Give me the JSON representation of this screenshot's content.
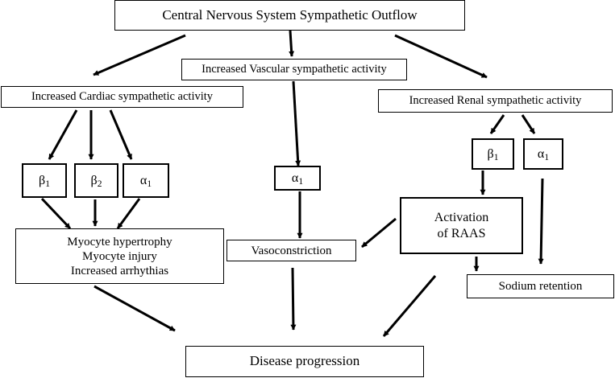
{
  "nodes": {
    "cns": "Central Nervous System Sympathetic Outflow",
    "vascular": "Increased Vascular sympathetic activity",
    "cardiac": "Increased Cardiac sympathetic activity",
    "renal": "Increased Renal sympathetic activity",
    "cardiac_beta1": {
      "symbol": "β",
      "sub": "1"
    },
    "cardiac_beta2": {
      "symbol": "β",
      "sub": "2"
    },
    "cardiac_alpha1": {
      "symbol": "α",
      "sub": "1"
    },
    "vascular_alpha1": {
      "symbol": "α",
      "sub": "1"
    },
    "renal_beta1": {
      "symbol": "β",
      "sub": "1"
    },
    "renal_alpha1": {
      "symbol": "α",
      "sub": "1"
    },
    "myocyte": [
      "Myocyte hypertrophy",
      "Myocyte injury",
      "Increased arrhythias"
    ],
    "raas": [
      "Activation",
      "of RAAS"
    ],
    "vasoconstriction": "Vasoconstriction",
    "sodium": "Sodium retention",
    "disease": "Disease progression"
  },
  "colors": {
    "stroke": "#000000",
    "background": "#ffffff"
  }
}
